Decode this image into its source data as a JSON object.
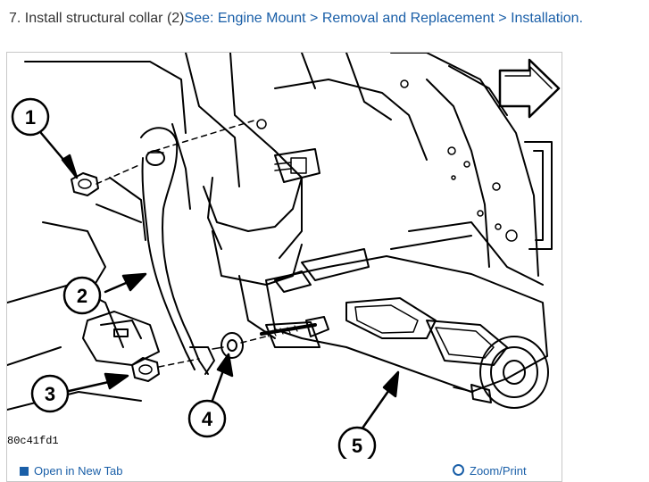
{
  "step": {
    "text": "7. Install structural collar (2)",
    "link": "See: Engine Mount > Removal and Replacement > Installation."
  },
  "figure": {
    "id_label": "80c41fd1",
    "callouts": [
      "1",
      "2",
      "3",
      "4",
      "5"
    ]
  },
  "bottom_bar": {
    "left_label": "Open in New Tab",
    "right_label": "Zoom/Print"
  }
}
